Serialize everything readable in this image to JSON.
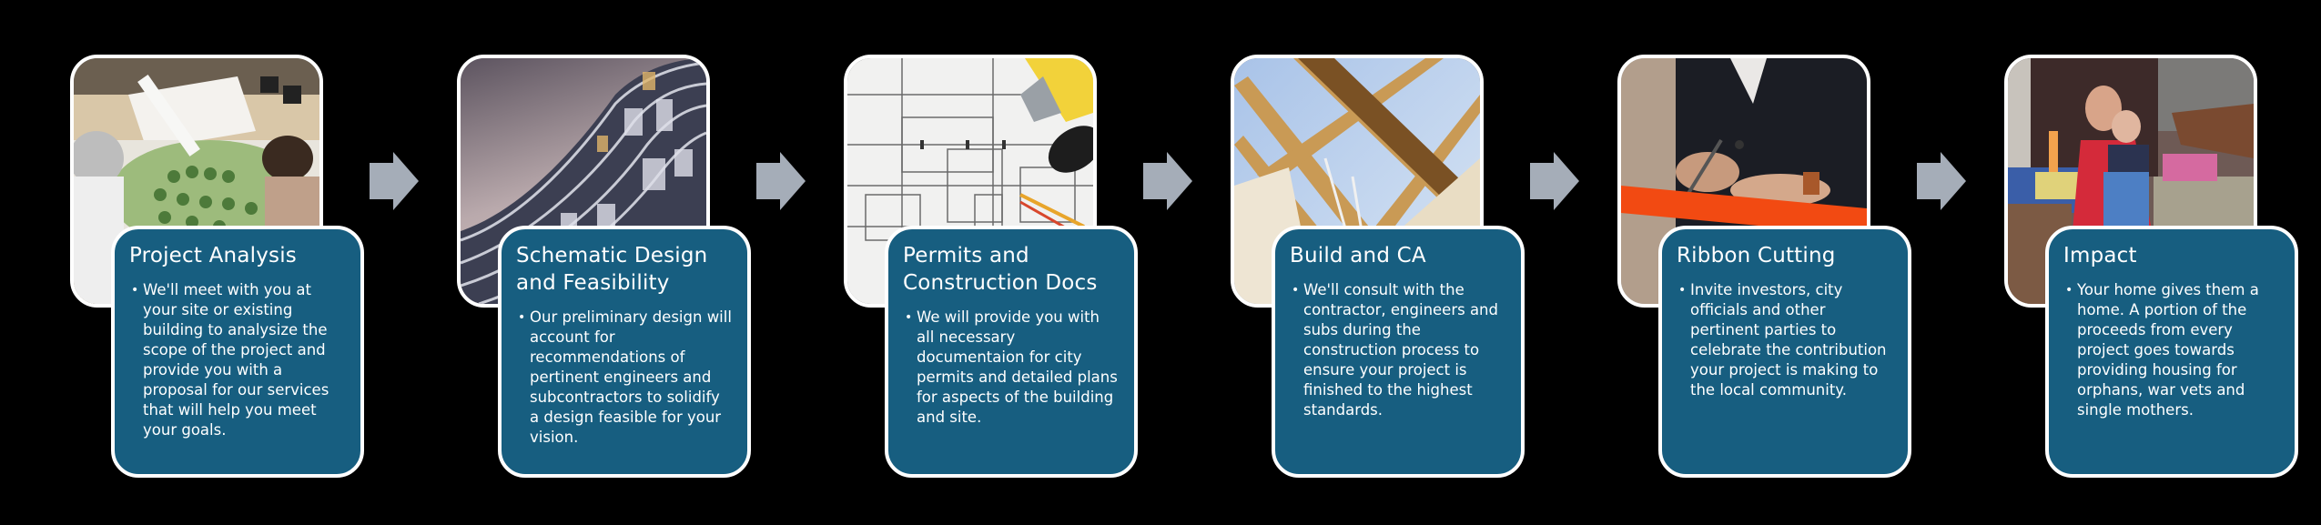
{
  "colors": {
    "background": "#000000",
    "card_fill": "#175E80",
    "border": "#FFFFFF",
    "arrow": "#A5ADB8",
    "text": "#FFFFFF"
  },
  "steps": [
    {
      "title": "Project Analysis",
      "bullet": "We'll meet with you at your site or existing building to analysize the scope of the project and provide you with a proposal for our services that will help you meet your goals.",
      "photo": "architects-reviewing-site-plan-photo"
    },
    {
      "title": "Schematic Design and Feasibility",
      "bullet": "Our preliminary design will account for recommendations of pertinent engineers and subcontractors to solidify a design feasible for your vision.",
      "photo": "curved-building-facade-photo"
    },
    {
      "title": "Permits and Construction Docs",
      "bullet": "We will provide you with all necessary documentaion for city permits and detailed plans for aspects of the building and site.",
      "photo": "blueprint-with-tools-photo"
    },
    {
      "title": "Build and CA",
      "bullet": "We'll consult with the contractor, engineers and subs during the construction process to ensure your project is finished to the highest standards.",
      "photo": "wood-framing-against-sky-photo"
    },
    {
      "title": "Ribbon Cutting",
      "bullet": "Invite investors, city officials and other pertinent parties to celebrate the contribution your project is making to the local community.",
      "photo": "ribbon-cutting-ceremony-photo"
    },
    {
      "title": "Impact",
      "bullet": "Your home gives them a home. A portion of the proceeds from every project goes towards providing housing for orphans, war vets and single mothers.",
      "photo": "mother-and-child-photo"
    }
  ],
  "arrows": [
    "arrow-right-icon",
    "arrow-right-icon",
    "arrow-right-icon",
    "arrow-right-icon",
    "arrow-right-icon"
  ]
}
